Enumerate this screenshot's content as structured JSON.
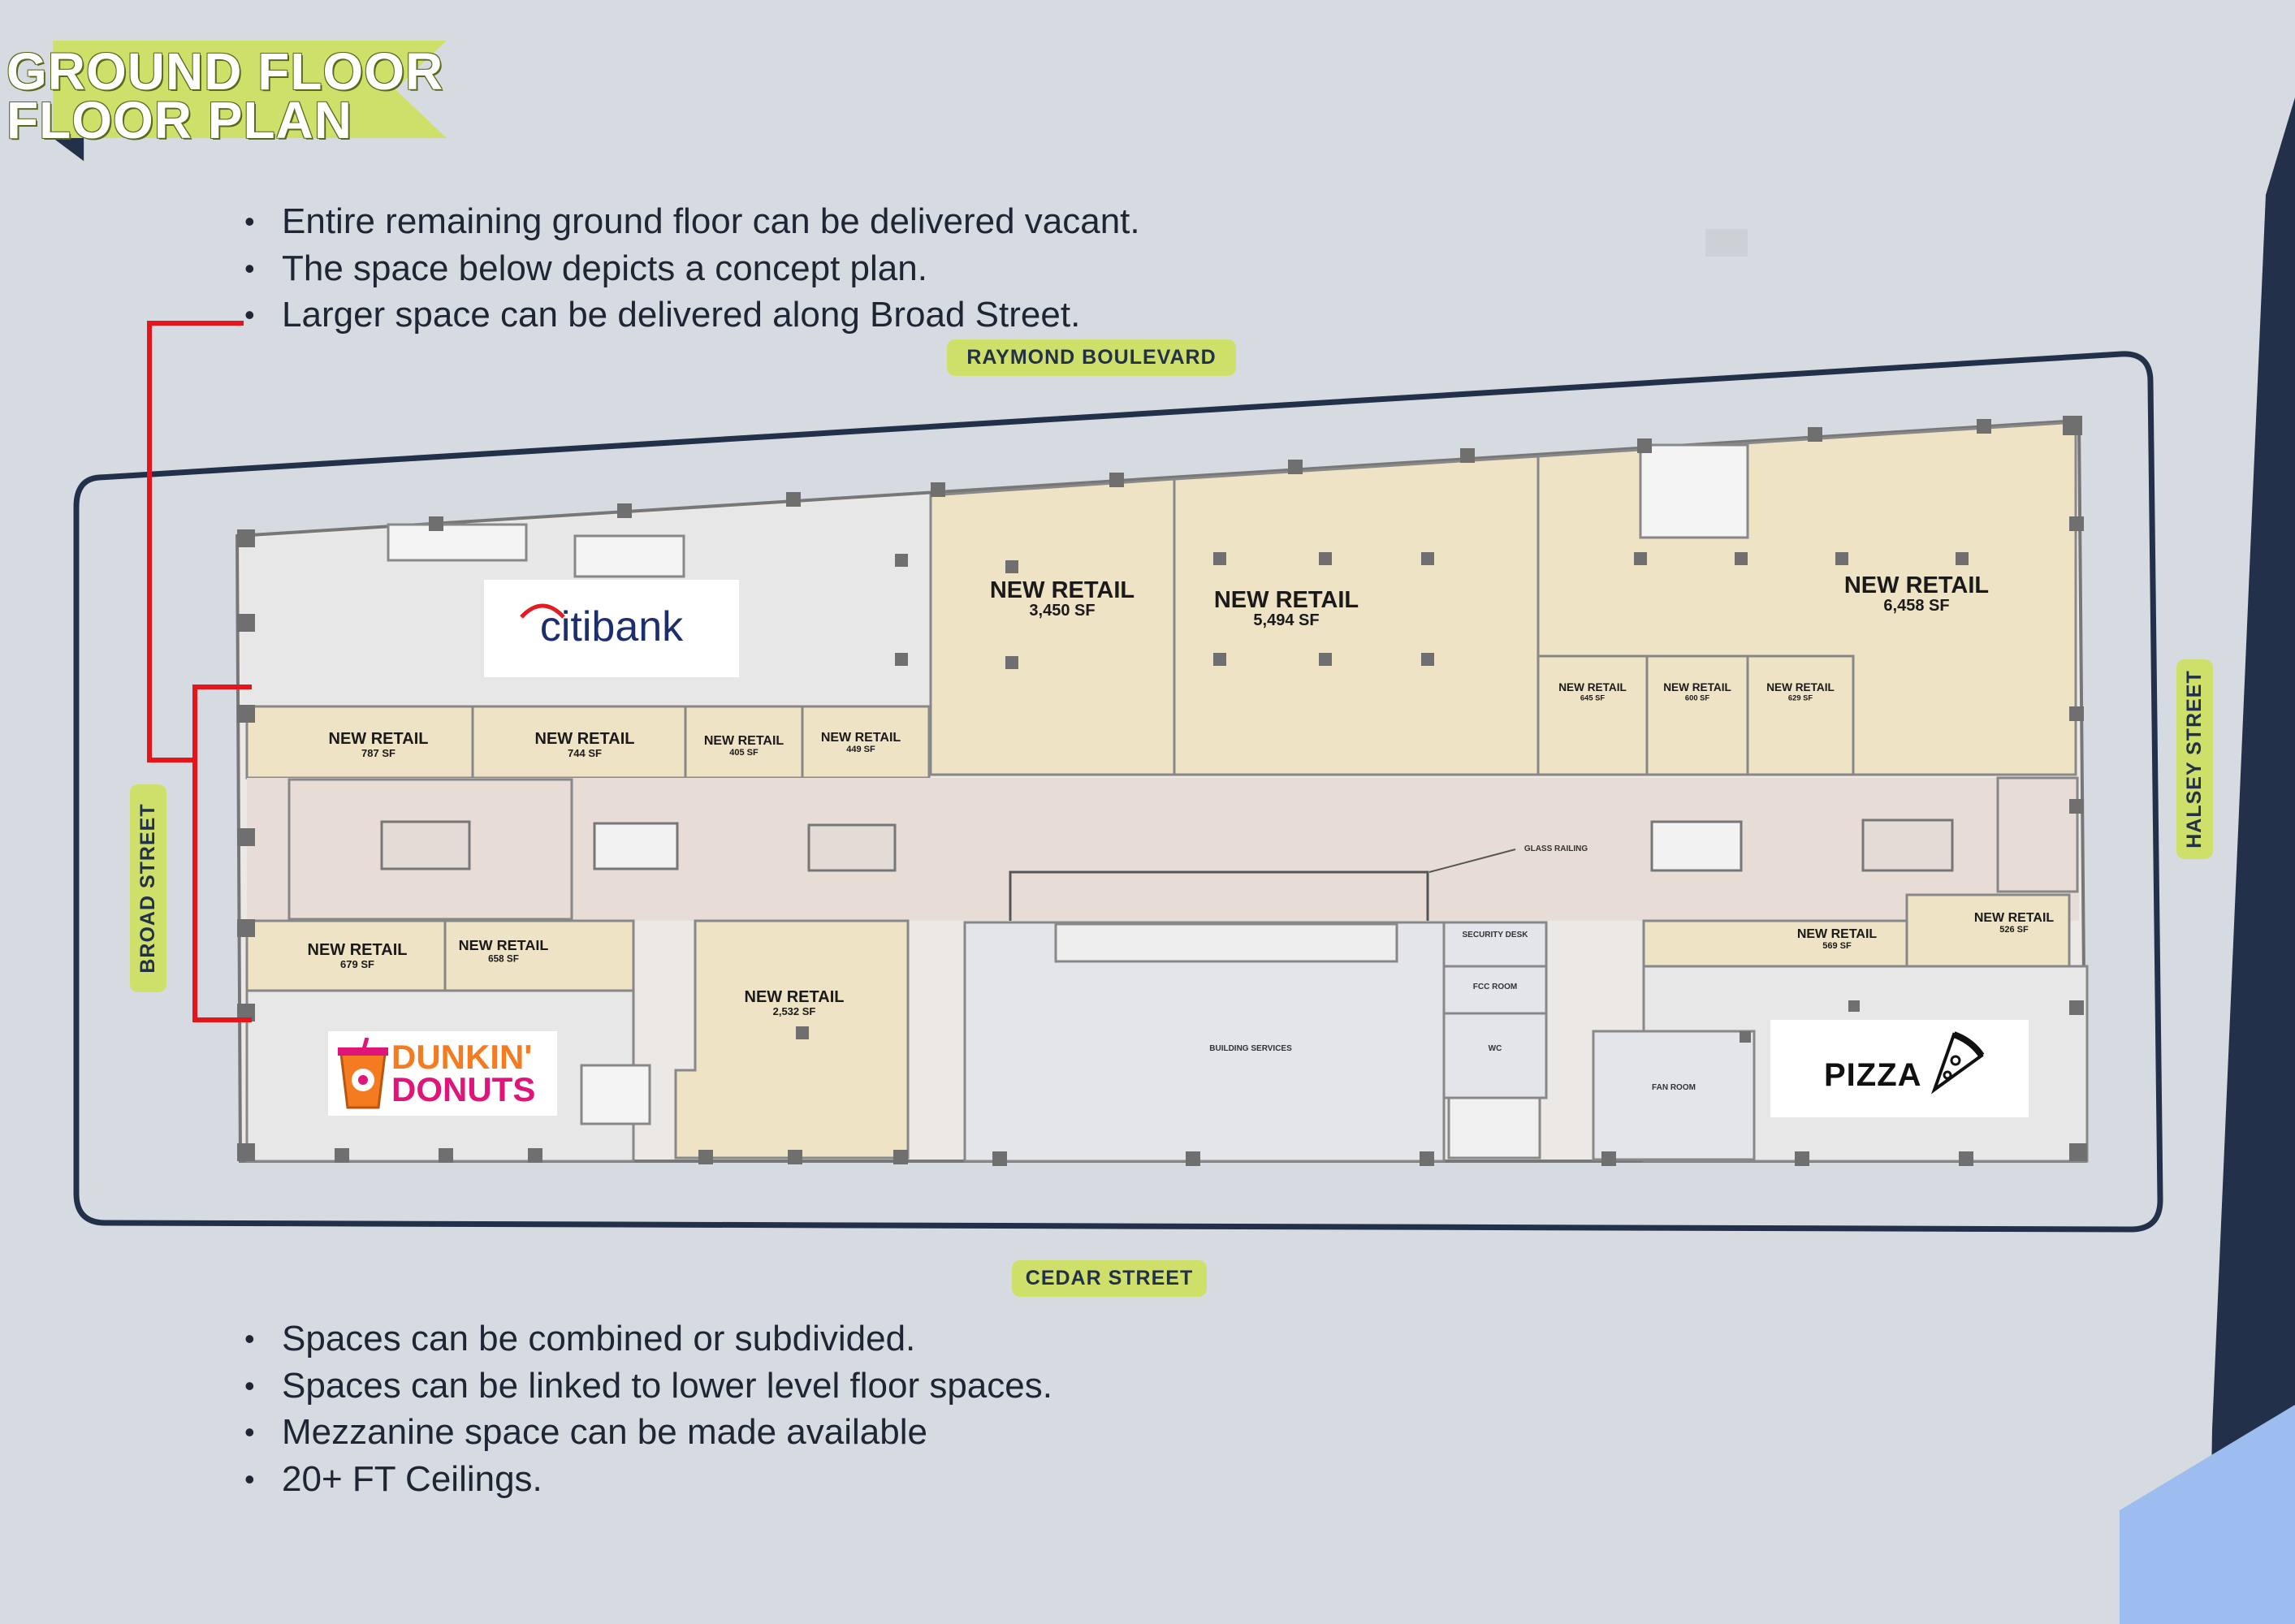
{
  "title": {
    "line1": "GROUND FLOOR",
    "line2": "FLOOR PLAN"
  },
  "top_bullets": [
    "Entire remaining ground floor can be delivered vacant.",
    "The space below depicts a concept plan.",
    "Larger space can be delivered  along Broad Street."
  ],
  "bottom_bullets": [
    "Spaces can be combined or subdivided.",
    "Spaces can be linked to lower level floor spaces.",
    "Mezzanine space can be made available",
    "20+ FT Ceilings."
  ],
  "streets": {
    "top": "RAYMOND BOULEVARD",
    "bottom": "CEDAR STREET",
    "left": "BROAD STREET",
    "right": "HALSEY STREET"
  },
  "tenants": {
    "citibank": "citibank",
    "dunkin_line1": "DUNKIN'",
    "dunkin_line2": "DONUTS",
    "pizza": "PIZZA"
  },
  "units": [
    {
      "name": "NEW RETAIL",
      "area": "3,450 SF"
    },
    {
      "name": "NEW RETAIL",
      "area": "5,494 SF"
    },
    {
      "name": "NEW RETAIL",
      "area": "6,458 SF"
    },
    {
      "name": "NEW RETAIL",
      "area": "787 SF"
    },
    {
      "name": "NEW RETAIL",
      "area": "744 SF"
    },
    {
      "name": "NEW RETAIL",
      "area": "405 SF"
    },
    {
      "name": "NEW RETAIL",
      "area": "449 SF"
    },
    {
      "name": "NEW RETAIL",
      "area": "645 SF"
    },
    {
      "name": "NEW RETAIL",
      "area": "600 SF"
    },
    {
      "name": "NEW RETAIL",
      "area": "629 SF"
    },
    {
      "name": "NEW RETAIL",
      "area": "679 SF"
    },
    {
      "name": "NEW RETAIL",
      "area": "658 SF"
    },
    {
      "name": "NEW RETAIL",
      "area": "2,532 SF"
    },
    {
      "name": "NEW RETAIL",
      "area": "569 SF"
    },
    {
      "name": "NEW RETAIL",
      "area": "526 SF"
    }
  ],
  "rooms": {
    "glass_railing": "GLASS RAILING",
    "security_desk": "SECURITY DESK",
    "fcc_room": "FCC ROOM",
    "wc": "WC",
    "building_services": "BUILDING SERVICES",
    "fan_room": "FAN ROOM"
  },
  "colors": {
    "banner": "#cfe06a",
    "navy": "#23304a",
    "retail_fill": "#efe3c6",
    "corridor_fill": "#e8ddd6",
    "callout_red": "#e8141b",
    "accent_blue": "#9dbcf0"
  }
}
